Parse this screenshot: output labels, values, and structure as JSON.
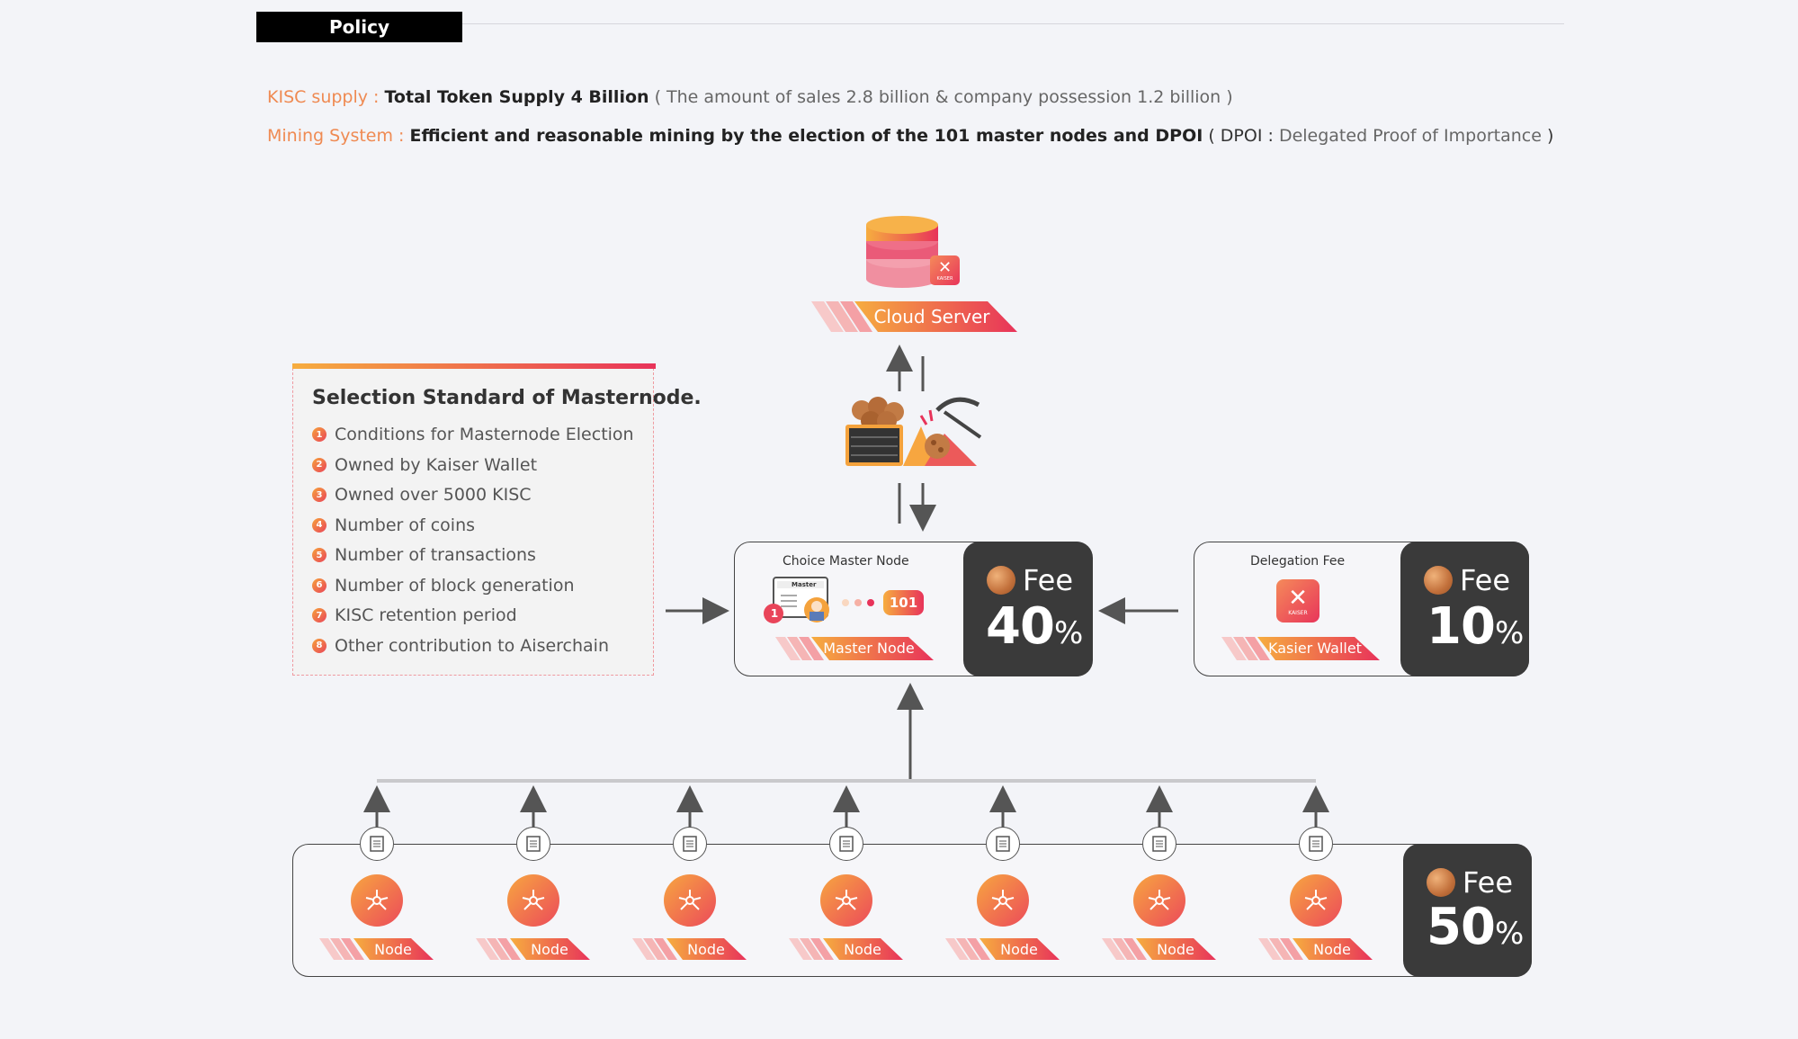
{
  "policy": {
    "label": "Policy"
  },
  "supply": {
    "label": "KISC supply : ",
    "main": "Total Token Supply 4 Billion",
    "detail": " ( The amount of sales 2.8 billion & company possession 1.2 billion )"
  },
  "mining": {
    "label": "Mining System : ",
    "main": "Efficient and reasonable mining by the election of the 101 master nodes and DPOI",
    "open": "  ( DPOI : ",
    "detail": "Delegated Proof of Importance",
    "close": " )"
  },
  "cloud": {
    "label": "Cloud Server",
    "logo_text": "KAISER"
  },
  "selection": {
    "title": "Selection Standard of Masternode.",
    "criteria": [
      {
        "num": "1",
        "text": "Conditions for Masternode Election"
      },
      {
        "num": "2",
        "text": "Owned by Kaiser Wallet"
      },
      {
        "num": "3",
        "text": "Owned over 5000 KISC"
      },
      {
        "num": "4",
        "text": "Number of coins"
      },
      {
        "num": "5",
        "text": "Number of transactions"
      },
      {
        "num": "6",
        "text": "Number of block generation"
      },
      {
        "num": "7",
        "text": "KISC retention period"
      },
      {
        "num": "8",
        "text": "Other contribution to Aiserchain"
      }
    ]
  },
  "master": {
    "title": "Choice Master Node",
    "screen_text": "Master",
    "badge_num": "1",
    "count": "101",
    "label": "Master Node",
    "fee_word": "Fee",
    "fee_value": "40",
    "fee_unit": "%"
  },
  "delegation": {
    "title": "Delegation Fee",
    "logo_text": "KAISER",
    "label": "Kasier Wallet",
    "fee_word": "Fee",
    "fee_value": "10",
    "fee_unit": "%"
  },
  "nodes": {
    "items": [
      {
        "label": "Node"
      },
      {
        "label": "Node"
      },
      {
        "label": "Node"
      },
      {
        "label": "Node"
      },
      {
        "label": "Node"
      },
      {
        "label": "Node"
      },
      {
        "label": "Node"
      }
    ],
    "fee_word": "Fee",
    "fee_value": "50",
    "fee_unit": "%"
  },
  "colors": {
    "accent_orange": "#ef8a52",
    "gradient_start": "#f6ad3f",
    "gradient_end": "#e8335a",
    "fee_bg": "#3a3a3a"
  }
}
